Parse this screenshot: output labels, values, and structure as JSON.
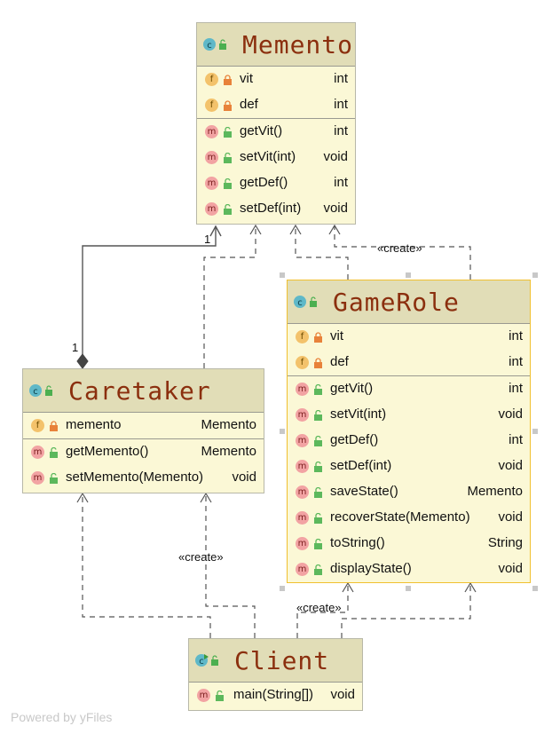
{
  "classes": {
    "memento": {
      "name": "Memento",
      "fields": [
        {
          "name": "vit",
          "type": "int"
        },
        {
          "name": "def",
          "type": "int"
        }
      ],
      "methods": [
        {
          "name": "getVit()",
          "type": "int"
        },
        {
          "name": "setVit(int)",
          "type": "void"
        },
        {
          "name": "getDef()",
          "type": "int"
        },
        {
          "name": "setDef(int)",
          "type": "void"
        }
      ]
    },
    "gamerole": {
      "name": "GameRole",
      "fields": [
        {
          "name": "vit",
          "type": "int"
        },
        {
          "name": "def",
          "type": "int"
        }
      ],
      "methods": [
        {
          "name": "getVit()",
          "type": "int"
        },
        {
          "name": "setVit(int)",
          "type": "void"
        },
        {
          "name": "getDef()",
          "type": "int"
        },
        {
          "name": "setDef(int)",
          "type": "void"
        },
        {
          "name": "saveState()",
          "type": "Memento"
        },
        {
          "name": "recoverState(Memento)",
          "type": "void"
        },
        {
          "name": "toString()",
          "type": "String"
        },
        {
          "name": "displayState()",
          "type": "void"
        }
      ]
    },
    "caretaker": {
      "name": "Caretaker",
      "fields": [
        {
          "name": "memento",
          "type": "Memento"
        }
      ],
      "methods": [
        {
          "name": "getMemento()",
          "type": "Memento"
        },
        {
          "name": "setMemento(Memento)",
          "type": "void"
        }
      ]
    },
    "client": {
      "name": "Client",
      "methods": [
        {
          "name": "main(String[])",
          "type": "void"
        }
      ]
    }
  },
  "edge_labels": {
    "create_memento": "«create»",
    "create_caretaker": "«create»",
    "create_gamerole": "«create»",
    "mult_memento": "1",
    "mult_caretaker": "1"
  },
  "icons": {
    "class_badge": "C",
    "field_badge": "f",
    "method_badge": "m"
  },
  "colors": {
    "class_body": "#fbf8d6",
    "class_header": "#e1ddb7",
    "class_name": "#8b2f0e",
    "selected_border": "#f0c030",
    "edge": "#555555"
  },
  "watermark": "Powered by yFiles"
}
